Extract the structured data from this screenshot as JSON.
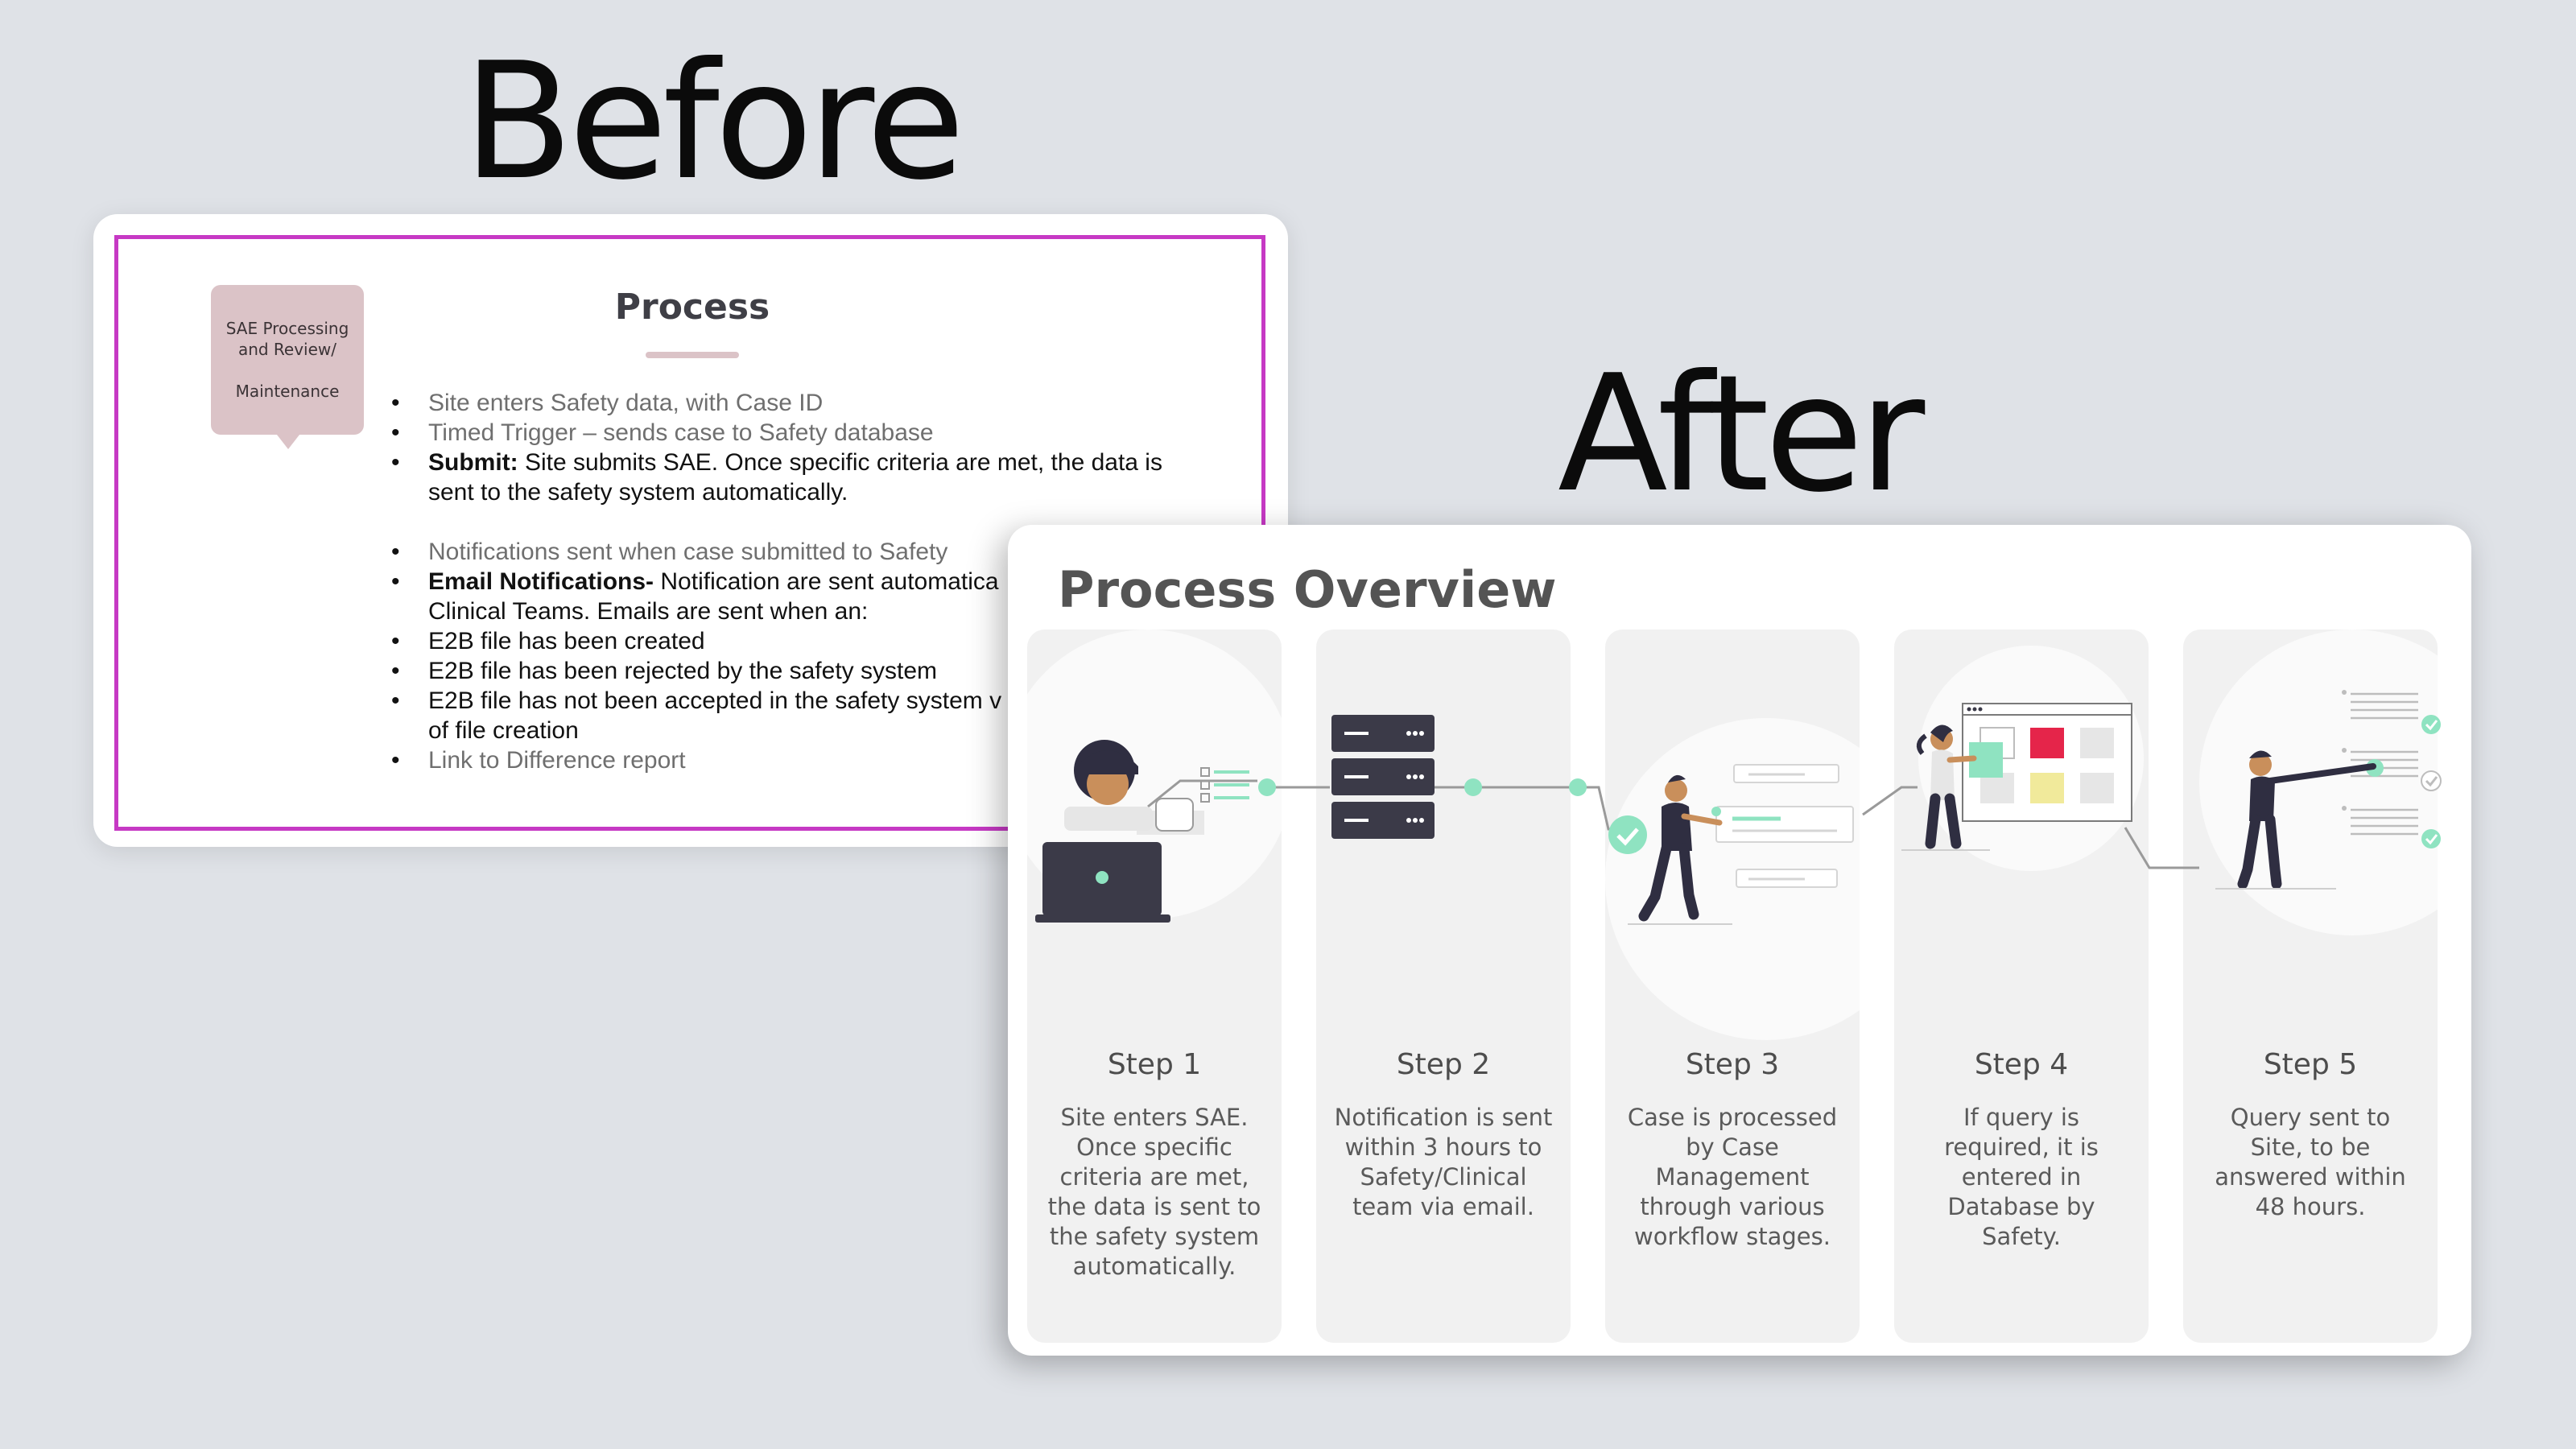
{
  "before": {
    "title": "Before",
    "callout": "SAE Processing\nand Review/\n\nMaintenance",
    "heading": "Process",
    "items": [
      {
        "type": "grey",
        "text": "Site enters Safety data, with Case ID"
      },
      {
        "type": "grey",
        "text": "Timed Trigger – sends case to Safety database"
      },
      {
        "type": "bold",
        "bold": "Submit:",
        "text": " Site submits SAE. Once specific criteria are met, the data is"
      },
      {
        "type": "cont",
        "text": "sent to the safety system automatically."
      },
      {
        "type": "gap",
        "text": ""
      },
      {
        "type": "grey",
        "text": "Notifications sent when case submitted to Safety"
      },
      {
        "type": "bold",
        "bold": "Email Notifications-",
        "text": " Notification are sent automatica"
      },
      {
        "type": "cont",
        "text": "Clinical Teams. Emails are sent when an:"
      },
      {
        "type": "dark",
        "text": "E2B file has been created"
      },
      {
        "type": "dark",
        "text": "E2B file has been rejected by the safety system"
      },
      {
        "type": "dark",
        "text": "E2B file has not been accepted in the safety system v"
      },
      {
        "type": "cont",
        "text": "of file creation"
      },
      {
        "type": "grey",
        "text": "Link to Difference report"
      }
    ]
  },
  "after": {
    "title": "After",
    "heading": "Process Overview",
    "steps": [
      {
        "title": "Step 1",
        "text": "Site enters SAE. Once specific criteria are met, the data is sent to the safety system automatically."
      },
      {
        "title": "Step 2",
        "text": "Notification is sent within 3 hours to Safety/Clinical team via email."
      },
      {
        "title": "Step 3",
        "text": "Case is processed by Case Management through various workflow stages."
      },
      {
        "title": "Step 4",
        "text": "If query is required, it is entered in Database by Safety."
      },
      {
        "title": "Step 5",
        "text": "Query sent to Site, to be answered within 48 hours."
      }
    ]
  },
  "colors": {
    "accent_green": "#8fe3c1",
    "frame_magenta": "#c639c4",
    "callout_pink": "#dbc3c7",
    "dark_figure": "#3b3a48",
    "red_tile": "#e5254a",
    "yellow_tile": "#f1ea9b"
  },
  "icons": [
    "person-laptop-illustration",
    "server-stack-illustration",
    "person-walking-check-illustration",
    "person-dashboard-illustration",
    "person-checklist-illustration"
  ]
}
